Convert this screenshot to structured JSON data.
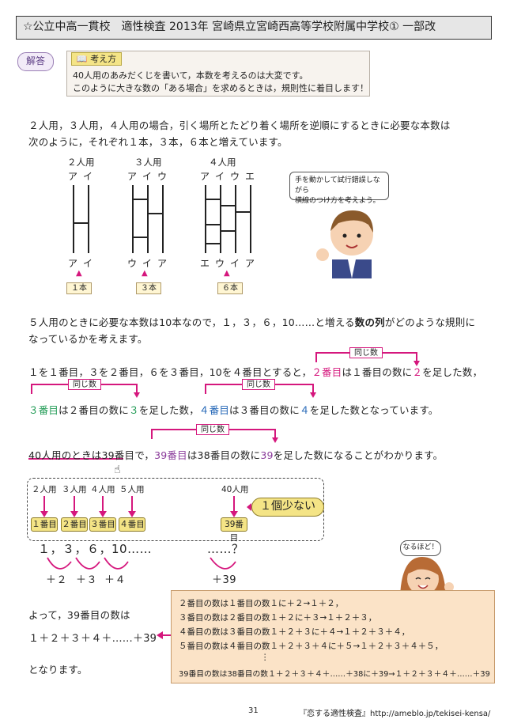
{
  "header": {
    "title": "☆公立中高一貫校　適性検査 2013年 宮崎県立宮崎西高等学校附属中学校① 一部改"
  },
  "answer_badge": "解答",
  "hint": {
    "tag": "考え方",
    "line1": "40人用のあみだくじを書いて，本数を考えるのは大変です。",
    "line2": "このように大きな数の「ある場合」を求めるときは，規則性に着目します！"
  },
  "intro": {
    "line1": "２人用，３人用，４人用の場合，引く場所とたどり着く場所を逆順にするときに必要な本数は",
    "line2": "次のように，それぞれ１本，３本，６本と増えています。"
  },
  "ladders": [
    {
      "title": "２人用",
      "top": [
        "ア",
        "イ"
      ],
      "bottom": [
        "ア",
        "イ"
      ],
      "count": "１本"
    },
    {
      "title": "３人用",
      "top": [
        "ア",
        "イ",
        "ウ"
      ],
      "bottom": [
        "ウ",
        "イ",
        "ア"
      ],
      "count": "３本"
    },
    {
      "title": "４人用",
      "top": [
        "ア",
        "イ",
        "ウ",
        "エ"
      ],
      "bottom": [
        "エ",
        "ウ",
        "イ",
        "ア"
      ],
      "count": "６本"
    }
  ],
  "bubble1": {
    "line1": "手を動かして試行錯誤しながら",
    "line2": "横線のつけ方を考えよう。"
  },
  "para2": {
    "line1_pre": "５人用のときに必要な本数は10本なので，１，３，６，10……と増える",
    "line1_bold": "数の列",
    "line1_post": "がどのような規則に",
    "line2": "なっているかを考えます。"
  },
  "same_label": "同じ数",
  "para3": {
    "a": "１を１番目，３を２番目，６を３番目，10を４番目とすると，",
    "b": "２番目",
    "c": "は１番目の数に",
    "d": "２",
    "e": "を足した数，",
    "f": "３番目",
    "g": "は２番目の数に",
    "h": "３",
    "i": "を足した数，",
    "j": "４番目",
    "k": "は３番目の数に",
    "l": "４",
    "m": "を足した数となっています。"
  },
  "para4": {
    "a": "40人用のときは39番目",
    "b": "で，",
    "c": "39番目",
    "d": "は38番目の数に",
    "e": "39",
    "f": "を足した数になることがわかります。"
  },
  "diagram": {
    "people": [
      "２人用",
      "３人用",
      "４人用",
      "５人用"
    ],
    "orders": [
      "１番目",
      "２番目",
      "３番目",
      "４番目"
    ],
    "people40": "40人用",
    "order39": "39番目",
    "less": "１個少ない",
    "seq": "１，３，６，10……",
    "seq_end": "……？",
    "adds": [
      "＋２",
      "＋３",
      "＋４"
    ],
    "add39": "＋39"
  },
  "bubble2": "なるほど！",
  "conclusion": {
    "line1": "よって，39番目の数は",
    "line2": "１＋２＋３＋４＋……＋39",
    "line3": "となります。"
  },
  "calc": [
    "２番目の数は１番目の数１に＋２→１＋２，",
    "３番目の数は２番目の数１＋２に＋３→１＋２＋３，",
    "４番目の数は３番目の数１＋２＋３に＋４→１＋２＋３＋４，",
    "５番目の数は４番目の数１＋２＋３＋４に＋５→１＋２＋３＋４＋５，",
    "⋮",
    "39番目の数は38番目の数１＋２＋３＋４＋……＋38に＋39→１＋２＋３＋４＋……＋39"
  ],
  "footer": {
    "page": "31",
    "source": "『恋する適性検査』http://ameblo.jp/tekisei-kensa/"
  },
  "colors": {
    "pink": "#d5177d",
    "green": "#1f9a54",
    "blue": "#1f63b5",
    "purple": "#8a3a9a",
    "calc_bg": "#fbe3c7",
    "tag_yellow": "#f4e486"
  },
  "icons": [
    "book-icon",
    "teacher-illustration",
    "student-illustration",
    "pointer-icon"
  ]
}
